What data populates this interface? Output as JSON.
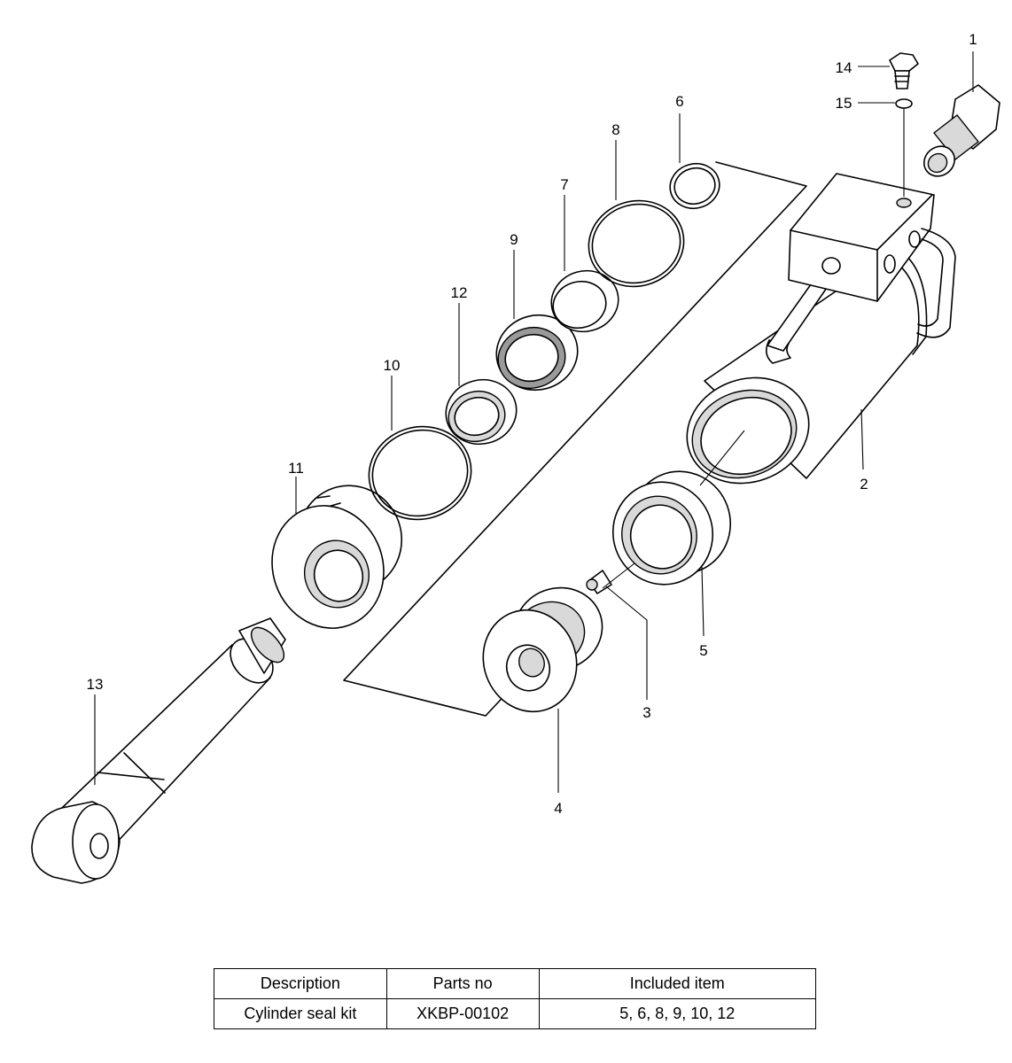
{
  "callouts": [
    "1",
    "2",
    "3",
    "4",
    "5",
    "6",
    "7",
    "8",
    "9",
    "10",
    "11",
    "12",
    "13",
    "14",
    "15"
  ],
  "table": {
    "headers": [
      "Description",
      "Parts no",
      "Included item"
    ],
    "rows": [
      [
        "Cylinder seal kit",
        "XKBP-00102",
        "5, 6, 8, 9, 10, 12"
      ]
    ]
  }
}
